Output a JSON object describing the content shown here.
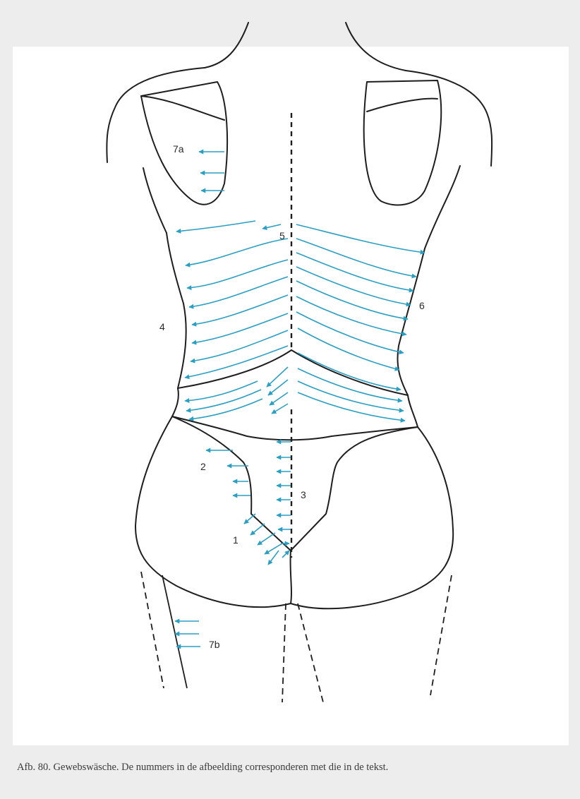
{
  "labels": {
    "l7a": "7a",
    "l5": "5",
    "l6": "6",
    "l4": "4",
    "l2": "2",
    "l3": "3",
    "l1": "1",
    "l7b": "7b"
  },
  "caption": "Afb. 80. Gewebswäsche. De nummers in de afbeelding corresponderen met die in de tekst.",
  "colors": {
    "outline": "#1e1e1e",
    "arrow": "#2a9fc4",
    "paper": "#ffffff",
    "background": "#ededed"
  }
}
